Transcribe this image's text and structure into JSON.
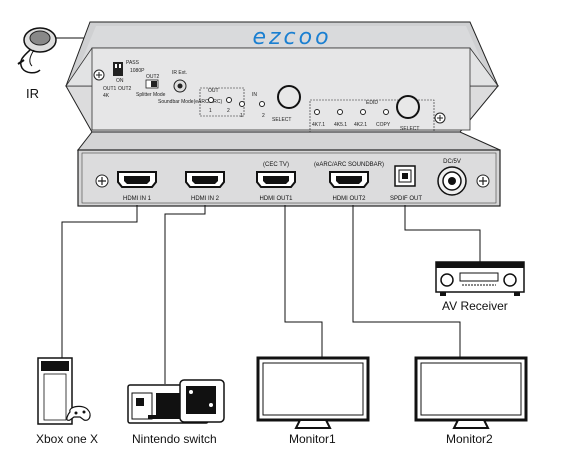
{
  "brand": {
    "logo_text": "ezcoo",
    "color": "#1a7fd1"
  },
  "ir": {
    "label": "IR"
  },
  "top_panel": {
    "ir_ext": "IR Ext.",
    "dip_labels": [
      "4K",
      "1080P",
      "OUT1",
      "OUT2"
    ],
    "pass": "PASS",
    "dip_on": "ON",
    "out2": "OUT2",
    "splitter_mode": "Splitter Mode",
    "soundbar_mode": "Soundbar Mode(eARC/ARC)",
    "out": "OUT",
    "in": "IN",
    "in_select": "SELECT",
    "edid": "EDID",
    "edid_copy": "COPY",
    "edid_select": "SELECT",
    "edid_modes": [
      "4K7.1",
      "4K5.1",
      "4K2.1"
    ],
    "digits": [
      "1",
      "2",
      "1",
      "2"
    ]
  },
  "front_panel": {
    "ports": [
      {
        "label": "HDMI IN 1",
        "caption": ""
      },
      {
        "label": "HDMI IN 2",
        "caption": ""
      },
      {
        "label": "HDMI OUT1",
        "caption": "(CEC TV)"
      },
      {
        "label": "HDMI OUT2",
        "caption": "(eARC/ARC SOUNDBAR)"
      }
    ],
    "spdif": "SPDIF  OUT",
    "dc": "DC/5V"
  },
  "devices": {
    "xbox": "Xbox one X",
    "switch": "Nintendo switch",
    "monitor1": "Monitor1",
    "monitor2": "Monitor2",
    "receiver": "AV Receiver"
  }
}
